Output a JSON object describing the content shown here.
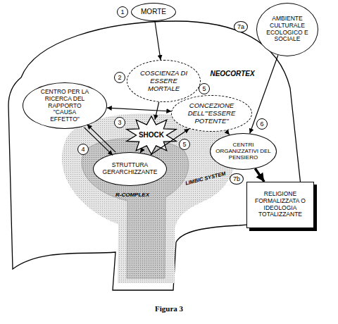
{
  "diagram": {
    "caption": "Figura 3",
    "nodes": [
      {
        "text": [
          "MORTE"
        ]
      },
      {
        "text": [
          "AMBIENTE CULTURALE ECOLOGICO E SOCIALE"
        ]
      },
      {
        "text": [
          "NEOCORTEX"
        ]
      },
      {
        "text": [
          "COSCIENZA DI ESSERE MORTALE"
        ],
        "in": 2
      },
      {
        "text": [
          "CENTRO PER LA RICERCA DEL RAPPORTO \"CAUSA EFFETTO\""
        ],
        "in": 2
      },
      {
        "text": [
          "CONCEZIONE DELL'\"ESSERE POTENTE\""
        ],
        "in": 2
      },
      {
        "text": [
          "SHOCK"
        ],
        "in": 2
      },
      {
        "text": [
          "CENTRI ORGANIZZATIVI DEL PENSIERO"
        ],
        "in": 2
      },
      {
        "text": [
          "LIMBIC SYSTEM"
        ],
        "in": 2
      },
      {
        "text": [
          "R-COMPLEX"
        ],
        "in": 8
      },
      {
        "text": [
          "STRUTTURA GERARCHIZZANTE"
        ],
        "in": 9
      },
      {
        "text": [
          "RELIGIONE FORMALIZZATA O IDEOLOGIA TOTALIZZANTE"
        ]
      }
    ],
    "edges": [
      {
        "from": 0,
        "to": 3,
        "arrow": "to"
      },
      {
        "from": 3,
        "to": 6,
        "arrow": "to"
      },
      {
        "from": 4,
        "to": 5,
        "arrow": "both"
      },
      {
        "from": 4,
        "to": 10,
        "arrow": "to"
      },
      {
        "from": 10,
        "to": 4,
        "arrow": "to"
      },
      {
        "from": 6,
        "to": 10,
        "arrow": "to"
      },
      {
        "from": 10,
        "to": 5,
        "arrow": "to"
      },
      {
        "from": 5,
        "to": 7,
        "arrow": "to"
      },
      {
        "from": 1,
        "to": 7,
        "arrow": "to"
      },
      {
        "from": 7,
        "to": 11,
        "arrow": "to"
      }
    ],
    "labels": [
      "1",
      "2",
      "3",
      "4",
      "5",
      "5",
      "6",
      "7a",
      "7b"
    ]
  }
}
